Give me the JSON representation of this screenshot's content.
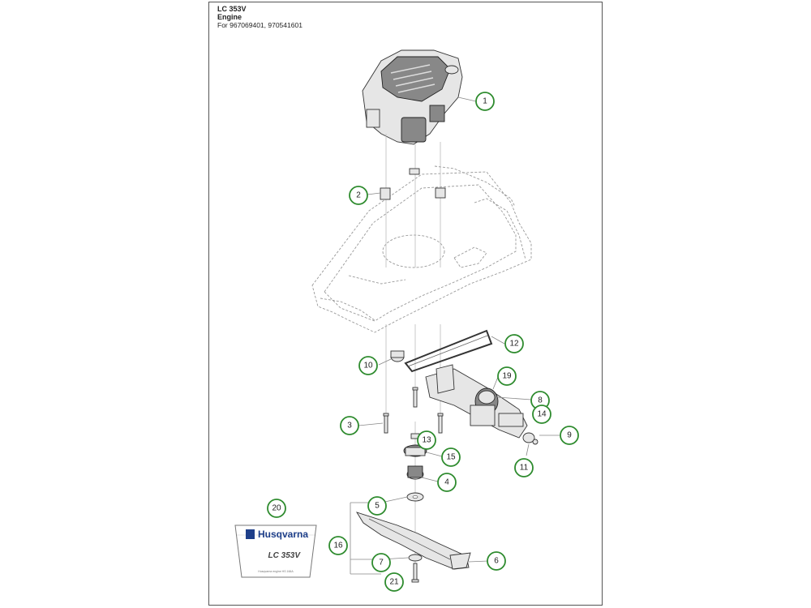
{
  "header": {
    "model": "LC 353V",
    "section": "Engine",
    "for_line": "For 967069401, 970541601"
  },
  "label_part": {
    "brand": "Husqvarna",
    "model": "LC 353V",
    "fine_print": "Husqvarna engine HS 166A"
  },
  "callouts": [
    "1",
    "2",
    "3",
    "4",
    "5",
    "6",
    "7",
    "8",
    "9",
    "10",
    "11",
    "12",
    "13",
    "14",
    "15",
    "16",
    "19",
    "20",
    "21"
  ],
  "colors": {
    "callout_ring": "#2e8b2e",
    "brand_blue": "#1e3f8a",
    "outline": "#333333"
  }
}
